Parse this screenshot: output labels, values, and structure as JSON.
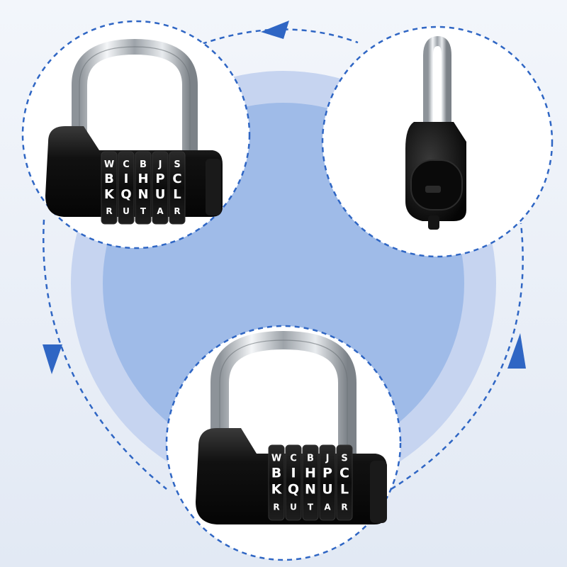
{
  "colors": {
    "background_top": "#f3f6fb",
    "background_bottom": "#e2e9f4",
    "outer_disc": "#c6d4f0",
    "inner_disc": "#9fbbe8",
    "dashed_stroke": "#2f66c4",
    "arrow_fill": "#2f66c4",
    "lock_body": "#141414",
    "shackle": "#c4c8cc"
  },
  "icons": {
    "arrow_top": "arrow-left-icon",
    "arrow_left": "arrow-down-icon",
    "arrow_right": "arrow-up-icon"
  },
  "lock_front_top": {
    "rows": [
      "WCBJS",
      "BIHPC",
      "KQNUL",
      "RUTAR"
    ]
  },
  "lock_front_bottom": {
    "rows": [
      "WCBJS",
      "BIHPC",
      "KQNUL",
      "RUTAR"
    ]
  }
}
